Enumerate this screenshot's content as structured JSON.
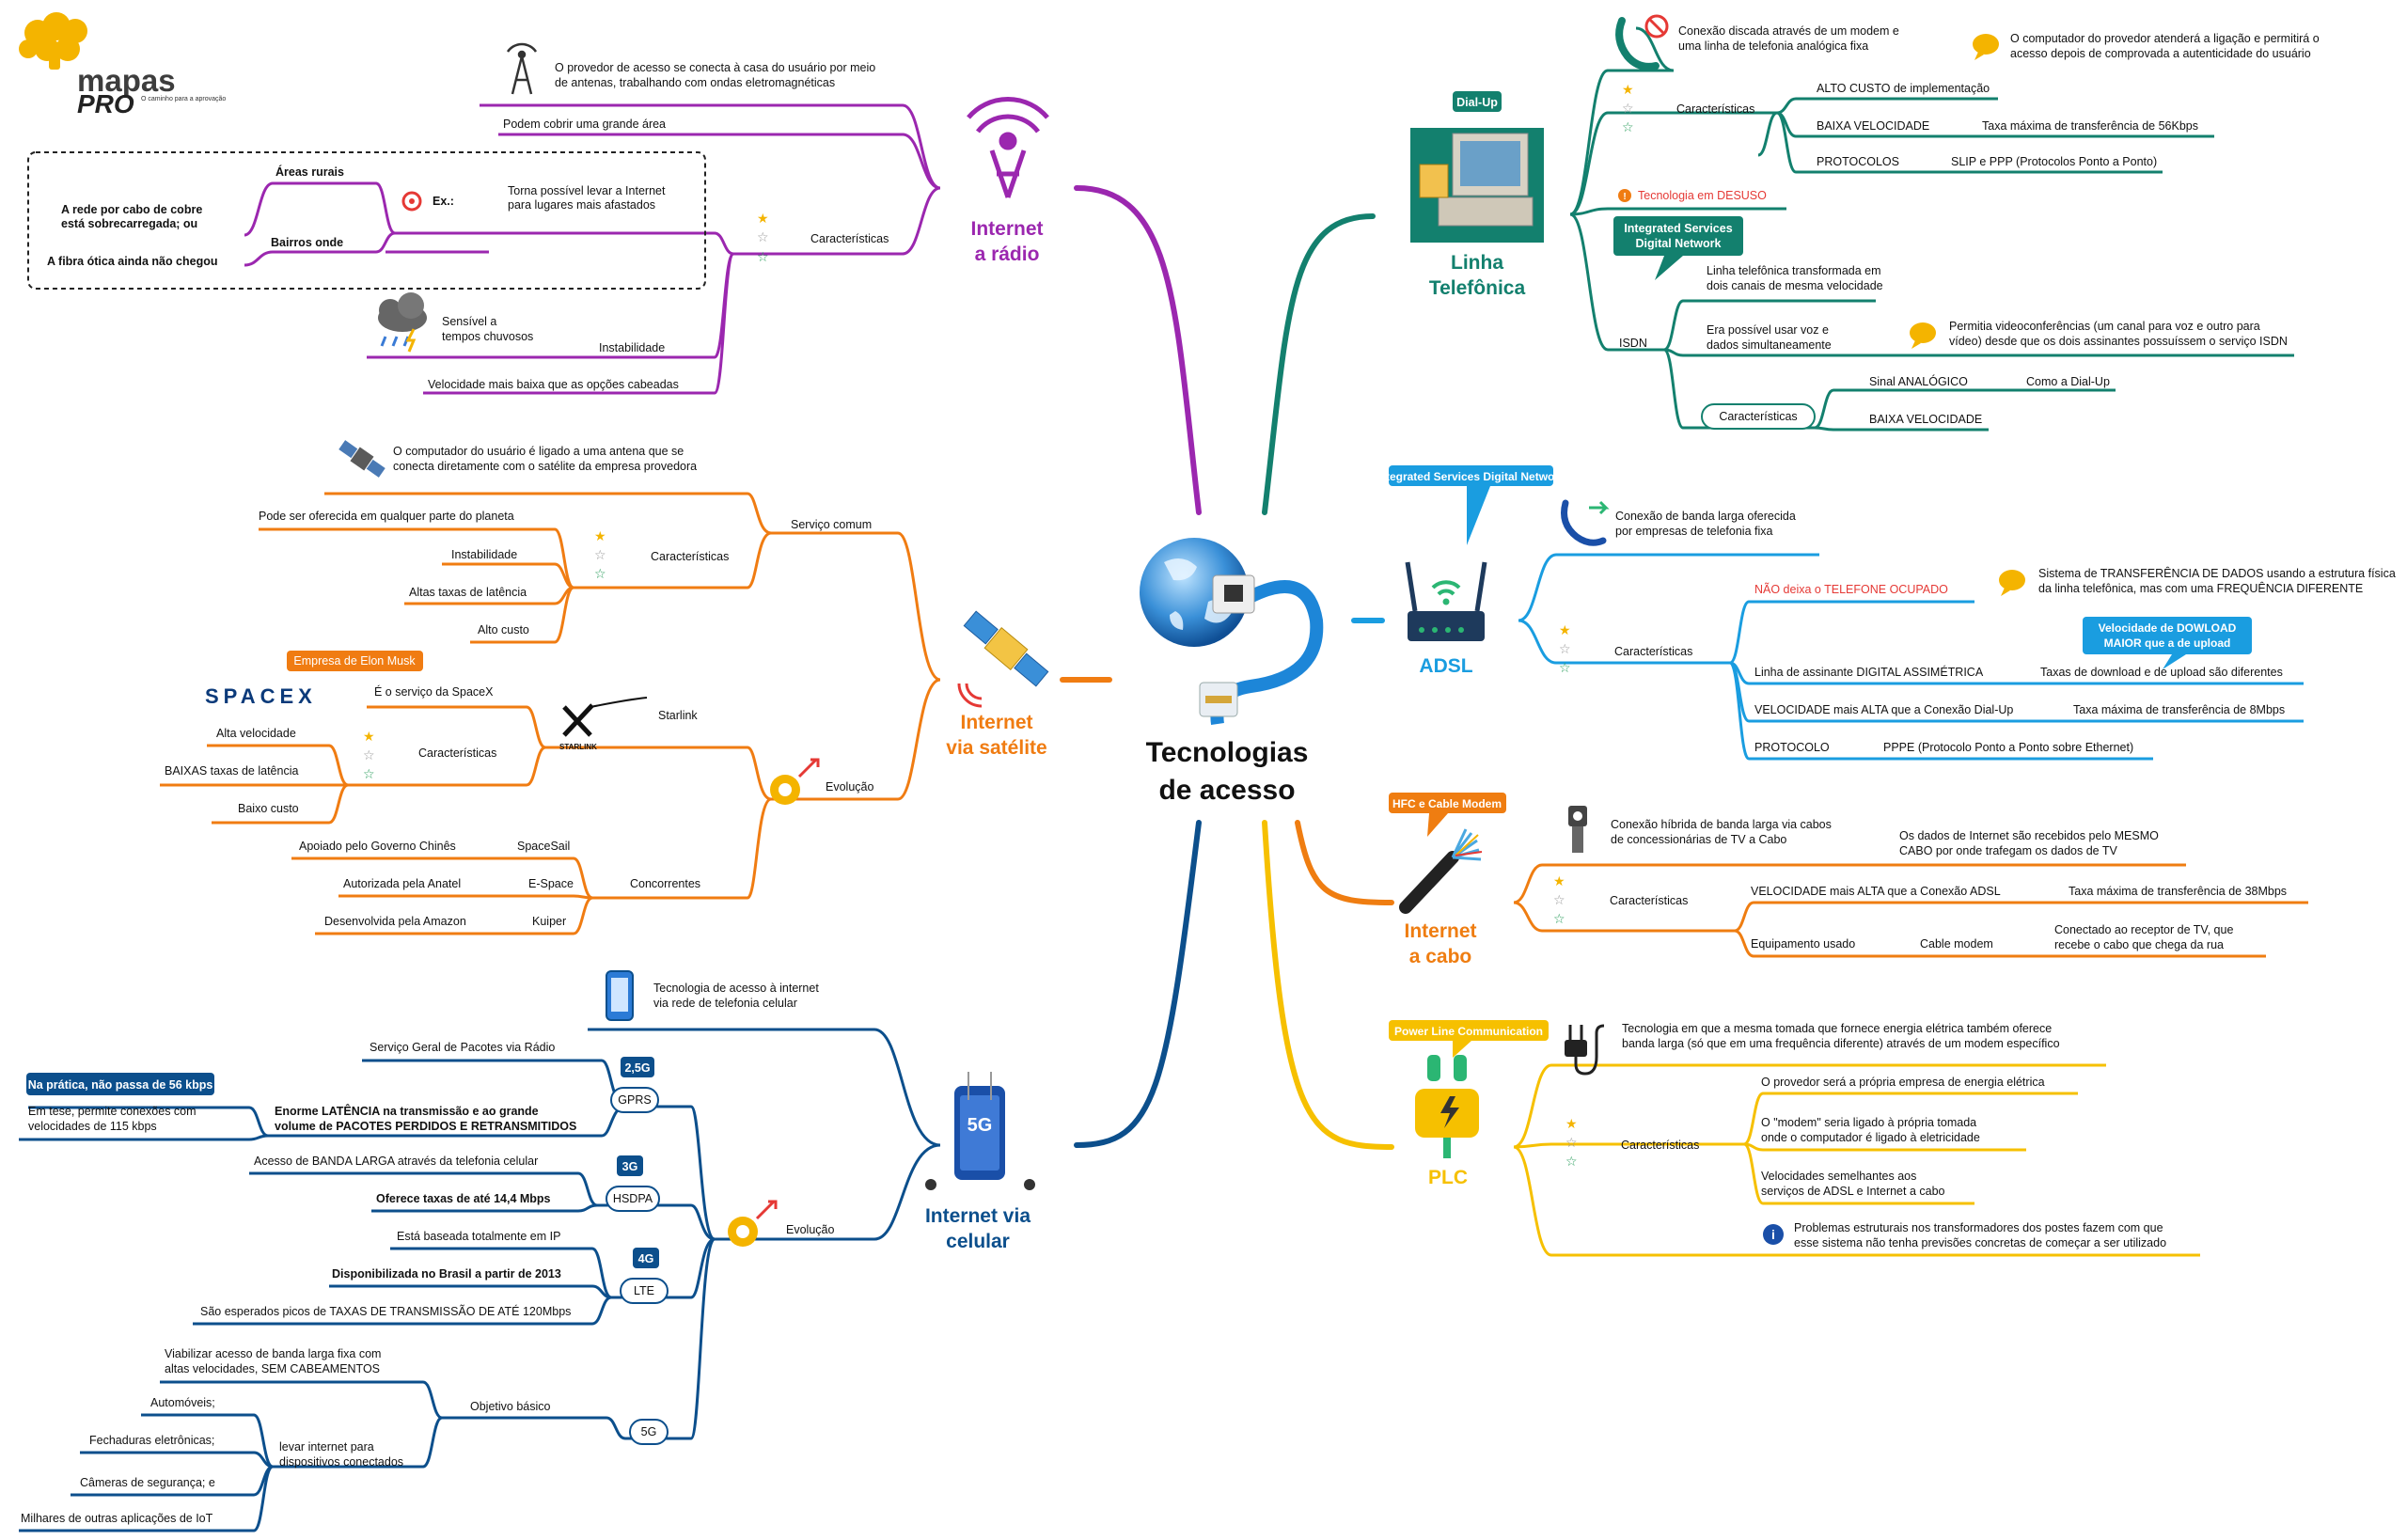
{
  "logo": {
    "name": "mapas",
    "sub": "PRO",
    "tagline": "O caminho para a aprovação"
  },
  "colors": {
    "radio": "#9b27af",
    "satellite": "#f07c12",
    "cellular": "#0c4f8c",
    "phone": "#13806e",
    "adsl": "#1a9de0",
    "cable": "#ef7d11",
    "plc": "#f6c000",
    "red": "#e53935"
  },
  "center": {
    "line1": "Tecnologias",
    "line2": "de acesso"
  },
  "radio": {
    "title1": "Internet",
    "title2": "a rádio",
    "antenna_note1": "O provedor de acesso se conecta à casa do usuário por meio",
    "antenna_note2": "de antenas, trabalhando com ondas eletromagnéticas",
    "cover": "Podem cobrir uma grande área",
    "example_label": "Ex.:",
    "rural": "Áreas rurais",
    "neighborhoods": "Bairros onde",
    "copper1": "A rede por cabo de cobre",
    "copper2": "está sobrecarregada; ou",
    "fiber": "A fibra ótica ainda não chegou",
    "brings1": "Torna possível levar a Internet",
    "brings2": "para lugares mais afastados",
    "characteristics": "Características",
    "rain1": "Sensível a",
    "rain2": "tempos chuvosos",
    "instability": "Instabilidade",
    "slower": "Velocidade mais baixa que as opções cabeadas"
  },
  "satellite": {
    "title1": "Internet",
    "title2": "via satélite",
    "common_service": "Serviço comum",
    "desc1": "O computador do usuário é ligado a uma antena que se",
    "desc2": "conecta diretamente com o satélite da empresa provedora",
    "anywhere": "Pode ser oferecida em qualquer parte do planeta",
    "characteristics": "Características",
    "instability": "Instabilidade",
    "latency": "Altas taxas de latência",
    "cost": "Alto custo",
    "elon_badge": "Empresa de Elon Musk",
    "spacex_logo": "SPACEX",
    "spacex_service": "É o serviço da SpaceX",
    "starlink": "Starlink",
    "starlink_logo": "STARLINK",
    "sl_speed": "Alta velocidade",
    "sl_latency": "BAIXAS taxas de latência",
    "sl_cost": "Baixo custo",
    "sl_characteristics": "Características",
    "evolution": "Evolução",
    "competitors": "Concorrentes",
    "c1_note": "Apoiado pelo Governo Chinês",
    "c1": "SpaceSail",
    "c2_note": "Autorizada pela Anatel",
    "c2": "E-Space",
    "c3_note": "Desenvolvida pela Amazon",
    "c3": "Kuiper"
  },
  "cellular": {
    "title1": "Internet via",
    "title2": "celular",
    "desc1": "Tecnologia de acesso à internet",
    "desc2": "via rede de telefonia celular",
    "evolution": "Evolução",
    "gprs": "GPRS",
    "gprs_badge": "2,5G",
    "gprs_1": "Serviço Geral de Pacotes via Rádio",
    "gprs_2a": "Enorme LATÊNCIA na transmissão e ao grande",
    "gprs_2b": "volume de PACOTES PERDIDOS E RETRANSMITIDOS",
    "gprs_practice": "Na prática, não passa de 56 kbps",
    "gprs_theory1": "Em tese, permite conexões com",
    "gprs_theory2": "velocidades de 115 kbps",
    "hsdpa": "HSDPA",
    "hsdpa_badge": "3G",
    "hsdpa_1": "Acesso de BANDA LARGA através da telefonia celular",
    "hsdpa_2": "Oferece taxas de até 14,4 Mbps",
    "lte": "LTE",
    "lte_badge": "4G",
    "lte_1": "Está baseada totalmente em IP",
    "lte_2": "Disponibilizada no Brasil a partir de 2013",
    "lte_3": "São esperados picos de TAXAS DE TRANSMISSÃO DE ATÉ 120Mbps",
    "g5": "5G",
    "goal": "Objetivo básico",
    "goal_1a": "Viabilizar acesso de banda larga fixa com",
    "goal_1b": "altas velocidades, SEM CABEAMENTOS",
    "goal_2a": "levar internet para",
    "goal_2b": "dispositivos conectados",
    "dev_1": "Automóveis;",
    "dev_2": "Fechaduras eletrônicas;",
    "dev_3": "Câmeras de segurança; e",
    "dev_4": "Milhares de outras aplicações de IoT",
    "icon_label": "5G"
  },
  "phone": {
    "title1": "Linha",
    "title2": "Telefônica",
    "dialup_badge": "Dial-Up",
    "dialup_1a": "Conexão discada através de um modem e",
    "dialup_1b": "uma linha de telefonia analógica fixa",
    "dialup_2a": "O computador do provedor atenderá a ligação e permitirá o",
    "dialup_2b": "acesso depois de comprovada a autenticidade do usuário",
    "characteristics": "Características",
    "cost": "ALTO CUSTO de implementação",
    "speed": "BAIXA VELOCIDADE",
    "speed_note": "Taxa máxima de transferência de 56Kbps",
    "protocols": "PROTOCOLOS",
    "protocols_note": "SLIP e PPP (Protocolos Ponto a Ponto)",
    "disuse": "Tecnologia em DESUSO",
    "isdn_badge1": "Integrated Services",
    "isdn_badge2": "Digital Network",
    "isdn": "ISDN",
    "isdn_1a": "Linha telefônica transformada em",
    "isdn_1b": "dois canais de mesma velocidade",
    "isdn_2a": "Era possível usar voz e",
    "isdn_2b": "dados simultaneamente",
    "isdn_2_note1": "Permitia videoconferências (um canal para voz e outro para",
    "isdn_2_note2": "vídeo) desde que os dois assinantes possuíssem o serviço ISDN",
    "isdn_char": "Características",
    "isdn_signal": "Sinal ANALÓGICO",
    "isdn_signal_note": "Como a Dial-Up",
    "isdn_speed": "BAIXA VELOCIDADE"
  },
  "adsl": {
    "title": "ADSL",
    "badge": "Integrated Services Digital Network",
    "desc1": "Conexão de banda larga oferecida",
    "desc2": "por empresas de telefonia fixa",
    "characteristics": "Características",
    "no_busy": "NÃO deixa o TELEFONE OCUPADO",
    "no_busy_note1": "Sistema de TRANSFERÊNCIA DE DADOS usando a estrutura física",
    "no_busy_note2": "da linha telefônica, mas com uma FREQUÊNCIA DIFERENTE",
    "asym": "Linha de assinante DIGITAL ASSIMÉTRICA",
    "asym_note": "Taxas de download e de upload são diferentes",
    "asym_badge1": "Velocidade de DOWLOAD",
    "asym_badge2": "MAIOR que a de upload",
    "speed": "VELOCIDADE mais ALTA que a Conexão Dial-Up",
    "speed_note": "Taxa máxima de transferência de 8Mbps",
    "protocol": "PROTOCOLO",
    "protocol_note": "PPPE (Protocolo Ponto a Ponto sobre Ethernet)"
  },
  "cable": {
    "title1": "Internet",
    "title2": "a cabo",
    "badge": "HFC e Cable Modem",
    "desc1": "Conexão híbrida de banda larga via cabos",
    "desc2": "de concessionárias de TV a Cabo",
    "desc_note1": "Os dados de Internet são recebidos pelo MESMO",
    "desc_note2": "CABO por onde trafegam os dados de TV",
    "characteristics": "Características",
    "speed": "VELOCIDADE mais ALTA que a Conexão ADSL",
    "speed_note": "Taxa máxima de transferência de 38Mbps",
    "equip": "Equipamento usado",
    "equip_val": "Cable modem",
    "equip_note1": "Conectado ao receptor de TV, que",
    "equip_note2": "recebe o cabo que chega da rua"
  },
  "plc": {
    "title": "PLC",
    "badge": "Power Line Communication",
    "desc1": "Tecnologia em que a mesma tomada que fornece energia elétrica também oferece",
    "desc2": "banda larga (só que em uma frequência diferente) através de um modem específico",
    "characteristics": "Características",
    "c1": "O provedor será a própria empresa de energia elétrica",
    "c2a": "O \"modem\" seria ligado à própria tomada",
    "c2b": "onde o computador é ligado à eletricidade",
    "c3a": "Velocidades semelhantes aos",
    "c3b": "serviços de ADSL e Internet a cabo",
    "info1": "Problemas estruturais nos transformadores dos postes fazem com que",
    "info2": "esse sistema não tenha previsões concretas de começar a ser utilizado"
  }
}
